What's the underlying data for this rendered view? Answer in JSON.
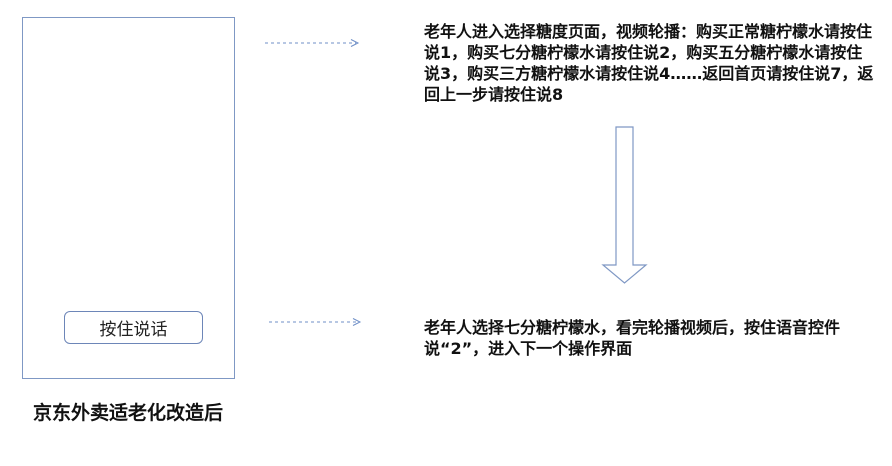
{
  "phone": {
    "hold_button_label": "按住说话"
  },
  "caption": "京东外卖适老化改造后",
  "steps": [
    {
      "text": "老年人进入选择糖度页面，视频轮播：购买正常糖柠檬水请按住说1，购买七分糖柠檬水请按住说2，购买五分糖柠檬水请按住说3，购买三方糖柠檬水请按住说4……返回首页请按住说7，返回上一步请按住说8"
    },
    {
      "text": "老年人选择七分糖柠檬水，看完轮播视频后，按住语音控件说“2”，进入下一个操作界面"
    }
  ],
  "colors": {
    "frame_border": "#7f98c4",
    "dashed_arrow": "#6f8fc7",
    "down_arrow": "#7f98c4"
  }
}
